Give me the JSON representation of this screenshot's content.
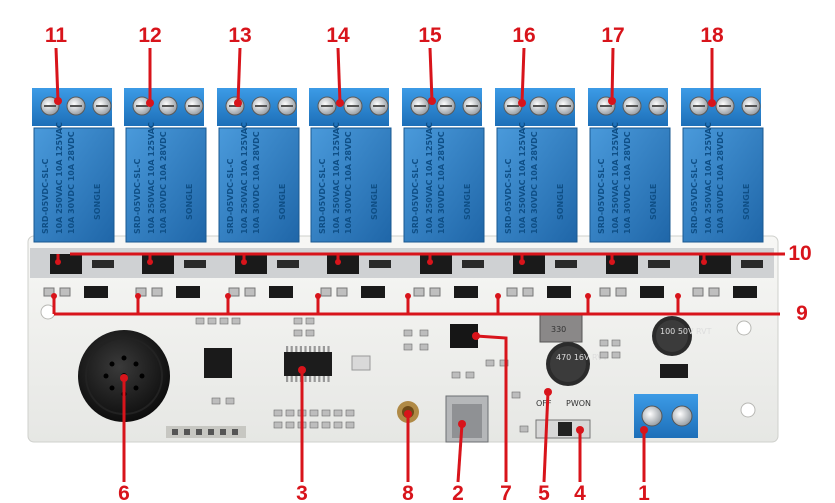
{
  "image_description_labels": {
    "callouts": [
      "1",
      "2",
      "3",
      "4",
      "5",
      "6",
      "7",
      "8",
      "9",
      "10",
      "11",
      "12",
      "13",
      "14",
      "15",
      "16",
      "17",
      "18"
    ]
  },
  "relay": {
    "model": "SRD-05VDC-SL-C",
    "brand": "SONGLE",
    "rating_1": "10A 250VAC 10A 125VAC",
    "rating_2": "10A 30VDC 10A 28VDC"
  },
  "board_silk": {
    "switch_off": "OFF",
    "switch_on": "PWON",
    "cap_small": "470 16V RVT",
    "cap_large": "100 50V RVT",
    "inductor": "330"
  },
  "colors": {
    "board": "#f3f4f2",
    "relay_blue": "#2f7fc4",
    "terminal_blue": "#2a8ad9",
    "callout_red": "#d8141b"
  }
}
